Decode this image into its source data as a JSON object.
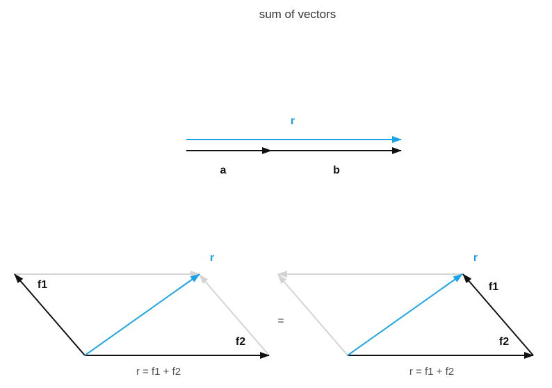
{
  "title": "sum of vectors",
  "colors": {
    "black": "#111111",
    "blue": "#1aa3e8",
    "gray": "#d4d4d4"
  },
  "top": {
    "label_r": "r",
    "label_a": "a",
    "label_b": "b"
  },
  "left": {
    "label_r": "r",
    "label_f1": "f1",
    "label_f2": "f2",
    "formula": "r = f1 + f2"
  },
  "equals": "=",
  "right": {
    "label_r": "r",
    "label_f1": "f1",
    "label_f2": "f2",
    "formula": "r = f1 + f2"
  }
}
